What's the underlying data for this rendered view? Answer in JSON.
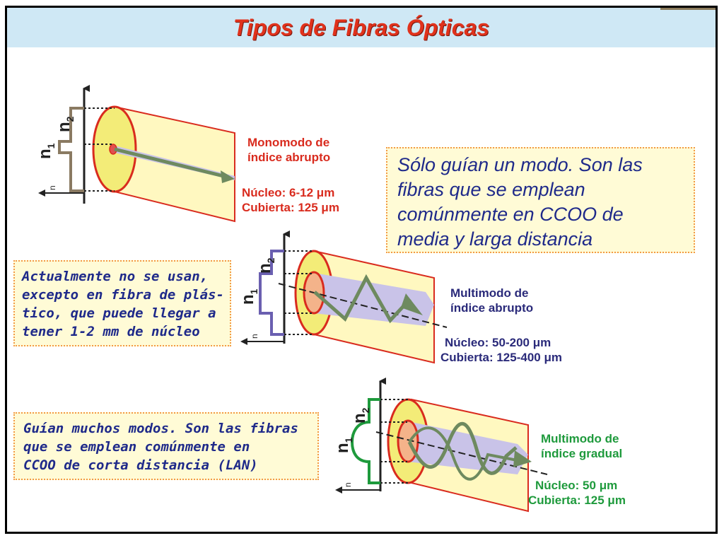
{
  "title": "Tipos de Fibras Ópticas",
  "colors": {
    "title": "#e0321c",
    "note_text": "#1f2a8a",
    "note_bg": "#fffbd6",
    "note_border": "#f39a45",
    "mono_label": "#d92b1e",
    "step_label": "#2a2a7a",
    "grad_label": "#1e9a3c",
    "cladding": "#fff8c0",
    "ring": "#d92b1e"
  },
  "fibers": {
    "monomode": {
      "name_lines": [
        "Monomodo de",
        "índice abrupto"
      ],
      "core": "Núcleo: 6-12 μm",
      "cladding": "Cubierta: 125 μm",
      "note_lines": [
        "Sólo guían un modo. Son las",
        "fibras que se emplean",
        "comúnmente en CCOO de",
        "media y larga distancia"
      ],
      "profile_color": "#8a7a62",
      "axis": {
        "n1": "n",
        "n1_sub": "1",
        "n2": "n",
        "n2_sub": "2",
        "n": "n"
      }
    },
    "step_multimode": {
      "name_lines": [
        "Multimodo de",
        "índice abrupto"
      ],
      "core": "Núcleo: 50-200 μm",
      "cladding": "Cubierta: 125-400 μm",
      "note_lines": [
        "Actualmente no se usan,",
        "excepto en fibra de plás-",
        "tico, que puede llegar a",
        "tener 1-2 mm de núcleo"
      ],
      "profile_color": "#6a5fb0",
      "axis": {
        "n1": "n",
        "n1_sub": "1",
        "n2": "n",
        "n2_sub": "2",
        "n": "n"
      }
    },
    "graded_multimode": {
      "name_lines": [
        "Multimodo de",
        "índice gradual"
      ],
      "core": "Núcleo: 50 μm",
      "cladding": "Cubierta: 125 μm",
      "note_lines": [
        "Guían muchos modos. Son las fibras",
        "que se emplean comúnmente en",
        "CCOO de corta distancia (LAN)"
      ],
      "profile_color": "#1e9a3c",
      "axis": {
        "n1": "n",
        "n1_sub": "1",
        "n2": "n",
        "n2_sub": "2",
        "n": "n"
      }
    }
  }
}
